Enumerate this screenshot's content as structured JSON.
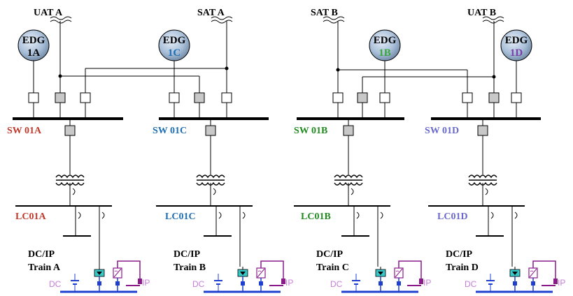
{
  "sources": {
    "uat_a": "UAT A",
    "sat_a": "SAT A",
    "sat_b": "SAT B",
    "uat_b": "UAT B"
  },
  "generators": [
    {
      "top": "EDG",
      "bottom": "1A",
      "bottom_color": "#000000"
    },
    {
      "top": "EDG",
      "bottom": "1C",
      "bottom_color": "#1f6fb5"
    },
    {
      "top": "EDG",
      "bottom": "1B",
      "bottom_color": "#3aa63a"
    },
    {
      "top": "EDG",
      "bottom": "1D",
      "bottom_color": "#7a3fa8"
    }
  ],
  "switchgear": [
    {
      "label": "SW 01A",
      "color": "#c0392b"
    },
    {
      "label": "SW 01C",
      "color": "#1f6fb5"
    },
    {
      "label": "SW 01B",
      "color": "#228b22"
    },
    {
      "label": "SW 01D",
      "color": "#6a6acd"
    }
  ],
  "load_centers": [
    {
      "label": "LC01A",
      "color": "#c0392b"
    },
    {
      "label": "LC01C",
      "color": "#1f6fb5"
    },
    {
      "label": "LC01B",
      "color": "#228b22"
    },
    {
      "label": "LC01D",
      "color": "#6a6acd"
    }
  ],
  "trains": [
    {
      "line1": "DC/IP",
      "line2": "Train A"
    },
    {
      "line1": "DC/IP",
      "line2": "Train B"
    },
    {
      "line1": "DC/IP",
      "line2": "Train C"
    },
    {
      "line1": "DC/IP",
      "line2": "Train D"
    }
  ],
  "dc_label": "DC",
  "ip_label": "IP",
  "colors": {
    "line": "#000000",
    "breaker_open": "#ffffff",
    "breaker_closed": "#c8c8c8",
    "generator_fill": "#a9bfd8",
    "dc_bus": "#1f3fd0",
    "ip": "#8b1a8b",
    "dc_text": "#c77ddb",
    "charger": "#38c9c9"
  }
}
